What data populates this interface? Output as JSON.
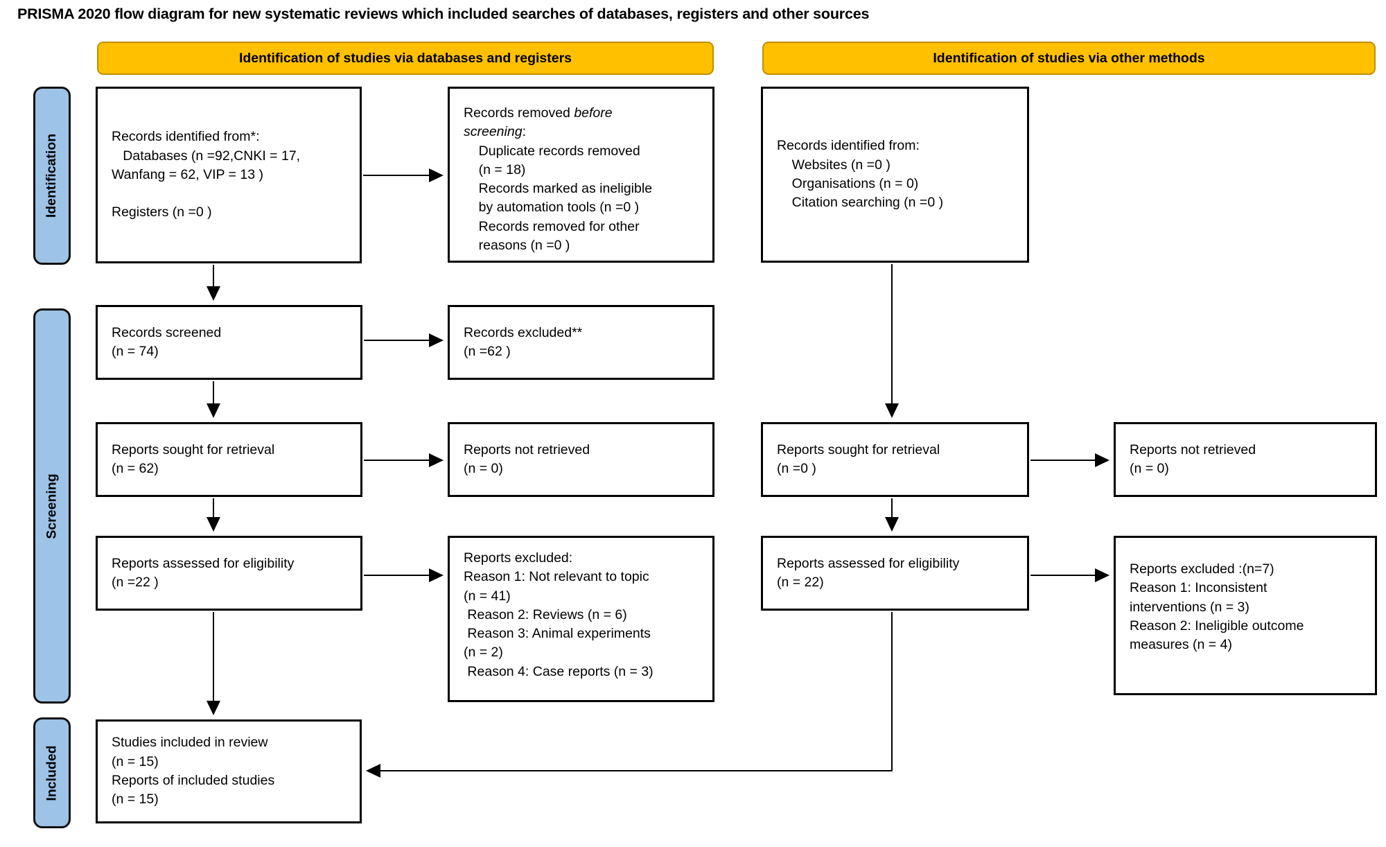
{
  "title": "PRISMA 2020 flow diagram for new systematic reviews which included searches of databases, registers and other sources",
  "headers": {
    "databases": "Identification of studies via databases and registers",
    "other": "Identification of studies via other methods"
  },
  "sidebar": {
    "identification": "Identification",
    "screening": "Screening",
    "included": "Included"
  },
  "boxes": {
    "db_identified": {
      "text": "Records identified from*:\n   Databases (n =92,CNKI = 17,\nWanfang = 62, VIP = 13 )\n\nRegisters (n =0 )"
    },
    "records_removed": {
      "lead": "Records removed ",
      "italic": "before\nscreening",
      "after": ":",
      "rest": "\n    Duplicate records removed\n    (n = 18)\n    Records marked as ineligible\n    by automation tools (n =0 )\n    Records removed for other\n    reasons (n =0 )"
    },
    "records_screened": {
      "text": "Records screened\n(n = 74)"
    },
    "records_excluded": {
      "text": "Records excluded**\n(n =62 )"
    },
    "reports_sought_db": {
      "text": "Reports sought for retrieval\n(n = 62)"
    },
    "reports_not_retrieved_db": {
      "text": "Reports not retrieved\n(n = 0)"
    },
    "reports_assessed_db": {
      "text": "Reports assessed for eligibility\n(n =22 )"
    },
    "reports_excluded_db": {
      "text": "Reports excluded:\nReason 1: Not relevant to topic\n(n = 41)\n Reason 2: Reviews (n = 6)\n Reason 3: Animal experiments\n(n = 2)\n Reason 4: Case reports (n = 3)"
    },
    "other_identified": {
      "text": "Records identified from:\n    Websites (n =0 )\n    Organisations (n = 0)\n    Citation searching (n =0 )"
    },
    "reports_sought_other": {
      "text": "Reports sought for retrieval\n(n =0 )"
    },
    "reports_not_retrieved_other": {
      "text": "Reports not retrieved\n(n = 0)"
    },
    "reports_assessed_other": {
      "text": "Reports assessed for eligibility\n(n = 22)"
    },
    "reports_excluded_other": {
      "text": "Reports excluded :(n=7)\nReason 1: Inconsistent\ninterventions (n = 3)\nReason 2: Ineligible outcome\nmeasures (n = 4)"
    },
    "included_studies": {
      "text": "Studies included in review\n(n = 15)\nReports of included studies\n(n = 15)"
    }
  },
  "colors": {
    "header_fill": "#FFC000",
    "header_border": "#BF9000",
    "sidebar_fill": "#9DC3E6",
    "box_border": "#000000",
    "arrow": "#000000"
  }
}
